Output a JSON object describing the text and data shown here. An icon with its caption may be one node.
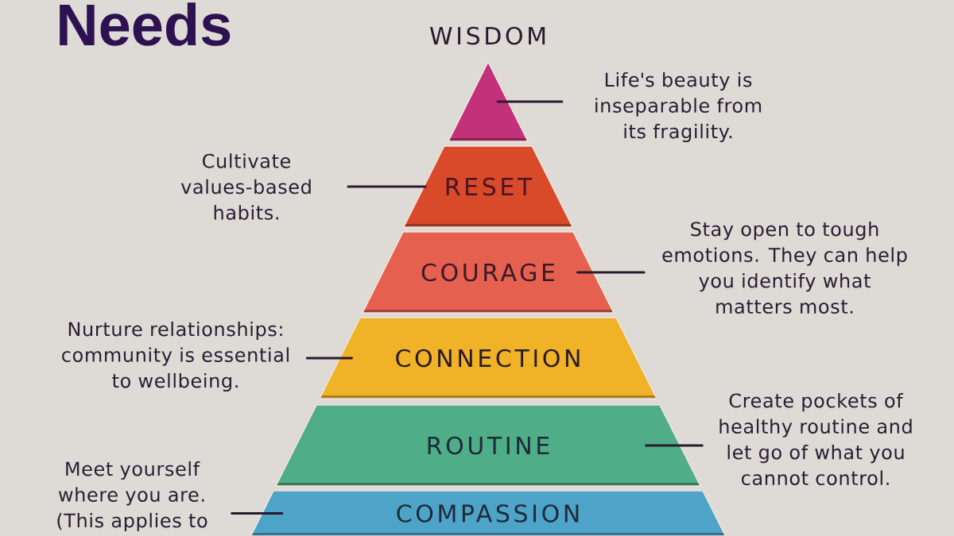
{
  "diagram": {
    "title": "Needs",
    "nodes": [
      {
        "text": [
          "WISDOM"
        ]
      },
      {
        "text": [
          "Life's beauty is inseparable from its fragility."
        ]
      },
      {
        "text": [
          "Cultivate values-based habits."
        ]
      },
      {
        "text": [
          "RESET"
        ]
      },
      {
        "text": [
          "Stay open to tough emotions. They can help you identify what matters most."
        ]
      },
      {
        "text": [
          "COURAGE"
        ]
      },
      {
        "text": [
          "Nurture relationships: community is essential to wellbeing."
        ]
      },
      {
        "text": [
          "CONNECTION"
        ]
      },
      {
        "text": [
          "Create pockets of healthy routine and let go of what you cannot control."
        ]
      },
      {
        "text": [
          "ROUTINE"
        ]
      },
      {
        "text": [
          "Meet yourself where you are. (This applies to"
        ]
      },
      {
        "text": [
          "COMPASSION"
        ]
      }
    ],
    "edges": [
      {
        "from": 1,
        "to": 0,
        "arrow": "none"
      },
      {
        "from": 2,
        "to": 3,
        "arrow": "none"
      },
      {
        "from": 4,
        "to": 5,
        "arrow": "none"
      },
      {
        "from": 6,
        "to": 7,
        "arrow": "none"
      },
      {
        "from": 8,
        "to": 9,
        "arrow": "none"
      },
      {
        "from": 10,
        "to": 11,
        "arrow": "none"
      }
    ]
  }
}
